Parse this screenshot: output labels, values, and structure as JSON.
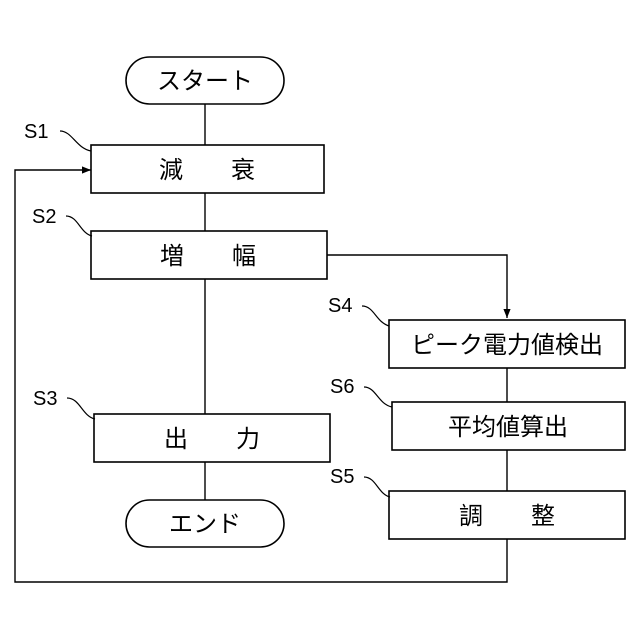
{
  "flowchart": {
    "start": "スタート",
    "end": "エンド",
    "steps": {
      "s1": {
        "label": "S1",
        "text": "減　　衰"
      },
      "s2": {
        "label": "S2",
        "text": "増　　幅"
      },
      "s3": {
        "label": "S3",
        "text": "出　　力"
      },
      "s4": {
        "label": "S4",
        "text": "ピーク電力値検出"
      },
      "s6": {
        "label": "S6",
        "text": "平均値算出"
      },
      "s5": {
        "label": "S5",
        "text": "調　　整"
      }
    }
  }
}
